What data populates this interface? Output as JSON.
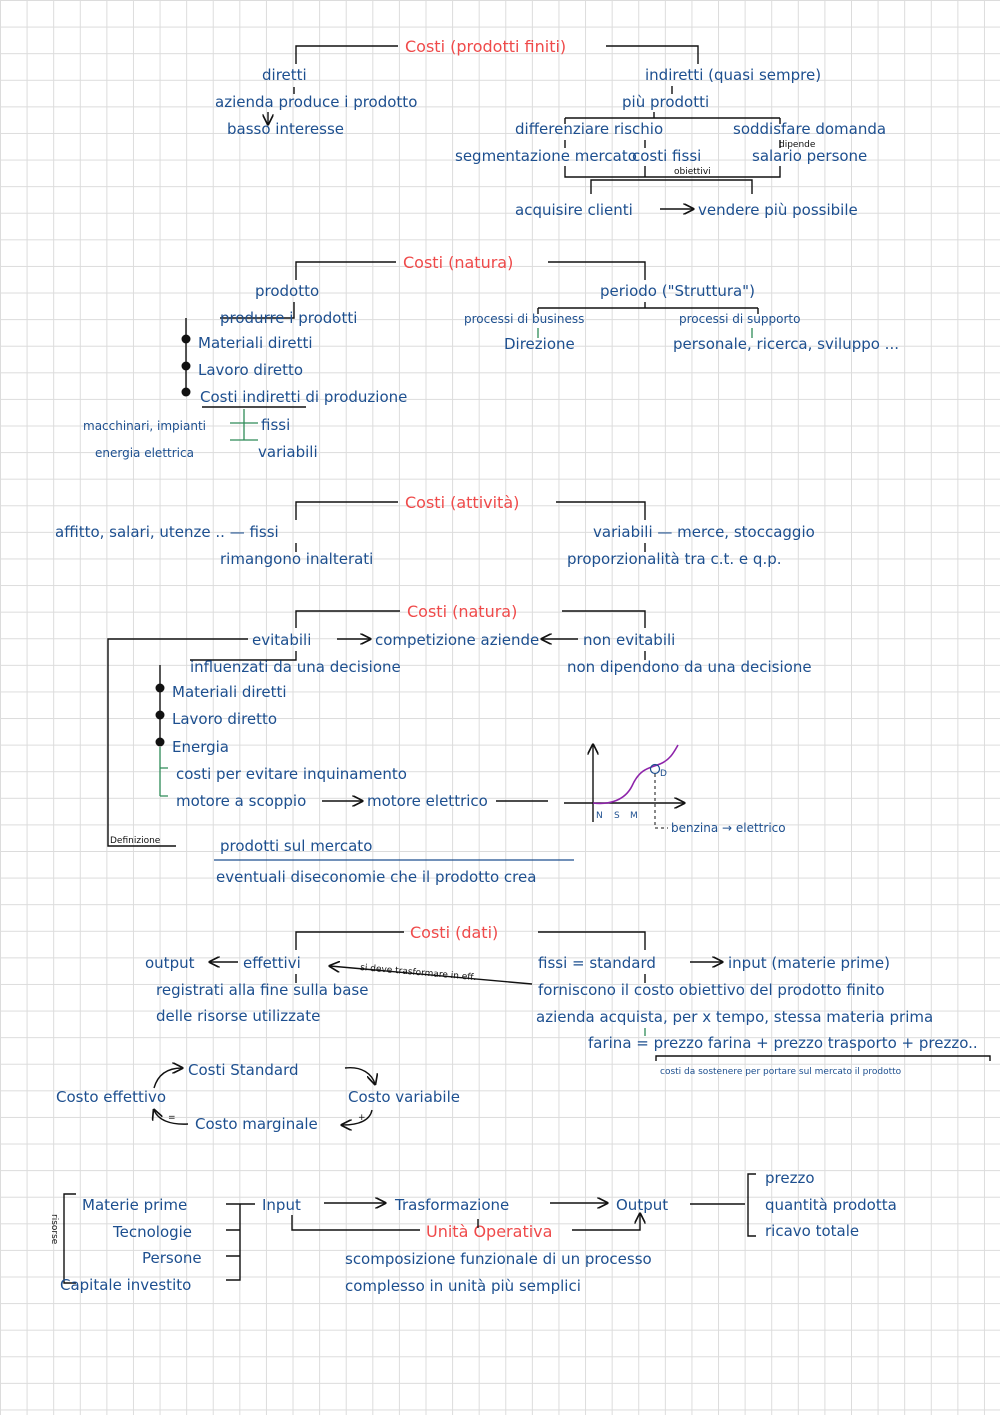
{
  "s1": {
    "title": "Costi (prodotti finiti)",
    "diretti": "diretti",
    "d1": "azienda produce i prodotto",
    "d2": "basso interesse",
    "indiretti": "indiretti (quasi sempre)",
    "i1": "più prodotti",
    "i2a": "differenziare rischio",
    "i2b": "soddisfare domanda",
    "i3a": "segmentazione mercato",
    "i3b": "costi fissi",
    "dipende": "dipende",
    "i3c": "salario persone",
    "obiettivi": "obiettivi",
    "i4a": "acquisire clienti",
    "i4b": "vendere più possibile"
  },
  "s2": {
    "title": "Costi (natura)",
    "prodotto": "prodotto",
    "p1": "produrre i prodotti",
    "p2": "Materiali diretti",
    "p3": "Lavoro diretto",
    "p4": "Costi indiretti di produzione",
    "p5a": "macchinari, impianti",
    "p5b": "fissi",
    "p6a": "energia elettrica",
    "p6b": "variabili",
    "periodo": "periodo (\"Struttura\")",
    "q1a": "processi di business",
    "q1b": "processi di supporto",
    "q2a": "Direzione",
    "q2b": "personale, ricerca, sviluppo ..."
  },
  "s3": {
    "title": "Costi (attività)",
    "fissi": "affitto, salari, utenze .. — fissi",
    "f1": "rimangono inalterati",
    "variabili": "variabili — merce, stoccaggio",
    "v1": "proporzionalità tra c.t. e q.p."
  },
  "s4": {
    "title": "Costi (natura)",
    "evitabili": "evitabili",
    "competizione": "competizione aziende",
    "nonevitabili": "non evitabili",
    "e1": "influenzati da una decisione",
    "n1": "non dipendono da una decisione",
    "e2": "Materiali diretti",
    "e3": "Lavoro diretto",
    "e4": "Energia",
    "e5": "costi per evitare inquinamento",
    "e6a": "motore a scoppio",
    "e6b": "motore elettrico",
    "definizione": "Definizione",
    "g1": "prodotti sul mercato",
    "g2": "eventuali diseconomie che il prodotto crea",
    "graph_ticks": [
      "N",
      "S",
      "M"
    ],
    "graph_point": "D",
    "graph_caption": "benzina → elettrico"
  },
  "s5": {
    "title": "Costi (dati)",
    "output": "output",
    "effettivi": "effettivi",
    "arrow_note": "si deve trasformare in eff.",
    "fissi": "fissi = standard",
    "input": "input (materie prime)",
    "r1": "registrati alla fine sulla base",
    "r2": "delle risorse utilizzate",
    "f1": "forniscono il costo obiettivo del prodotto finito",
    "f2": "azienda acquista, per x tempo, stessa materia prima",
    "f3": "farina = prezzo farina + prezzo trasporto + prezzo..",
    "f4": "costi da sostenere per portare sul mercato il prodotto"
  },
  "s6": {
    "standard": "Costi Standard",
    "variabile": "Costo variabile",
    "marginale": "Costo marginale",
    "effettivo": "Costo effettivo",
    "plus": "+",
    "equals": "="
  },
  "s7": {
    "risorse": "risorse",
    "r1": "Materie prime",
    "r2": "Tecnologie",
    "r3": "Persone",
    "r4": "Capitale investito",
    "input": "Input",
    "trasformazione": "Trasformazione",
    "output": "Output",
    "unita": "Unità Operativa",
    "desc1": "scomposizione funzionale di un processo",
    "desc2": "complesso in unità più semplici",
    "o1": "prezzo",
    "o2": "quantità prodotta",
    "o3": "ricavo totale"
  },
  "colors": {
    "ink_blue": "#1d4f8f",
    "title_red": "#ef4a4a",
    "line_black": "#111111",
    "accent_green": "#2e8b57",
    "curve_purple": "#8e24aa"
  }
}
